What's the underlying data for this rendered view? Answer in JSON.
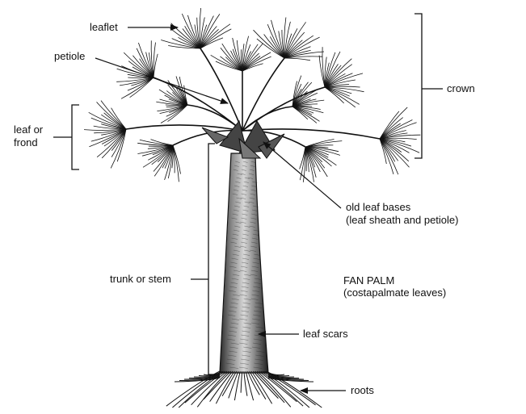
{
  "labels": {
    "leaflet": "leaflet",
    "petiole": "petiole",
    "leaf_or_frond_line1": "leaf or",
    "leaf_or_frond_line2": "frond",
    "crown": "crown",
    "old_leaf_bases_line1": "old leaf bases",
    "old_leaf_bases_line2": "(leaf sheath and petiole)",
    "trunk_or_stem": "trunk or stem",
    "leaf_scars": "leaf scars",
    "roots": "roots"
  },
  "caption": {
    "title": "FAN PALM",
    "subtitle": "(costapalmate leaves)"
  }
}
